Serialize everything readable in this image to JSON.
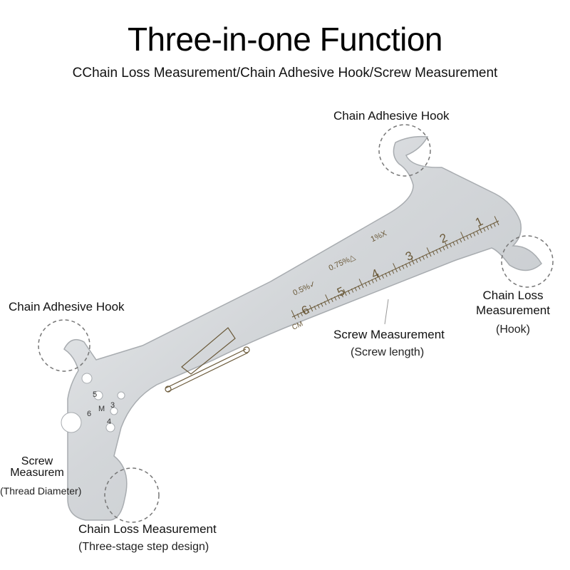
{
  "header": {
    "title": "Three-in-one Function",
    "subtitle": "CChain Loss Measurement/Chain Adhesive Hook/Screw Measurement"
  },
  "callouts": {
    "top_hook": {
      "label": "Chain Adhesive Hook"
    },
    "left_hook": {
      "label": "Chain Adhesive Hook"
    },
    "right_hook": {
      "label_line1": "Chain Loss",
      "label_line2": "Measurement",
      "note": "(Hook)"
    },
    "screw_length": {
      "label": "Screw Measurement",
      "note": "(Screw length)"
    },
    "thread": {
      "label_line1": "Screw",
      "label_line2": "Measurem",
      "note": "(Thread Diameter)"
    },
    "step": {
      "label": "Chain Loss Measurement",
      "note": "(Three-stage step design)"
    }
  },
  "tool": {
    "ruler_unit": "CM",
    "ruler_numbers": [
      "1",
      "2",
      "3",
      "4",
      "5",
      "6"
    ],
    "wear_marks": [
      "0.5%",
      "0.75%",
      "1%"
    ],
    "wear_symbols": [
      "✓",
      "△",
      "X"
    ],
    "hole_labels": [
      "5",
      "6",
      "M",
      "3",
      "4"
    ]
  },
  "colors": {
    "metal": "#d4d7da",
    "outline": "#a8acb0",
    "engraving": "#6b5a3a",
    "dashed": "#777777"
  }
}
